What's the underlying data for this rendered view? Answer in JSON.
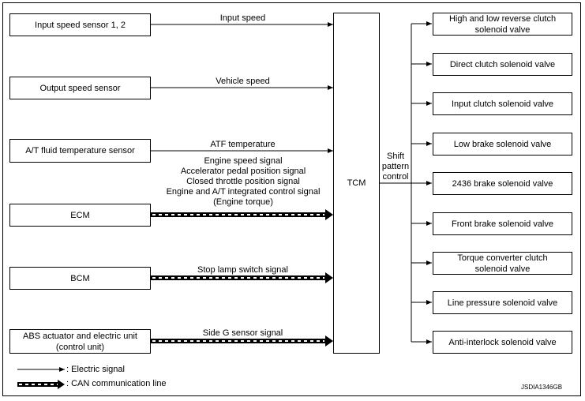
{
  "inputs": {
    "input_speed_sensor": "Input speed sensor 1, 2",
    "output_speed_sensor": "Output speed sensor",
    "atf_temp_sensor": "A/T fluid temperature sensor",
    "ecm": "ECM",
    "bcm": "BCM",
    "abs": "ABS actuator and electric unit\n(control unit)"
  },
  "signals": {
    "input_speed": "Input speed",
    "vehicle_speed": "Vehicle speed",
    "atf_temperature": "ATF temperature",
    "ecm_signals": "Engine speed signal\nAccelerator pedal position signal\nClosed throttle position signal\nEngine and A/T integrated control signal\n(Engine torque)",
    "stop_lamp": "Stop lamp switch signal",
    "side_g": "Side G sensor signal"
  },
  "tcm": "TCM",
  "shift_control": "Shift\npattern\ncontrol",
  "outputs": [
    "High and low reverse clutch\nsolenoid valve",
    "Direct clutch solenoid valve",
    "Input clutch solenoid valve",
    "Low brake solenoid valve",
    "2436 brake solenoid valve",
    "Front brake solenoid valve",
    "Torque converter clutch\nsolenoid valve",
    "Line pressure solenoid valve",
    "Anti-interlock solenoid valve"
  ],
  "legend": {
    "electric": ": Electric signal",
    "can": ": CAN communication line"
  },
  "figure_id": "JSDIA1346GB"
}
